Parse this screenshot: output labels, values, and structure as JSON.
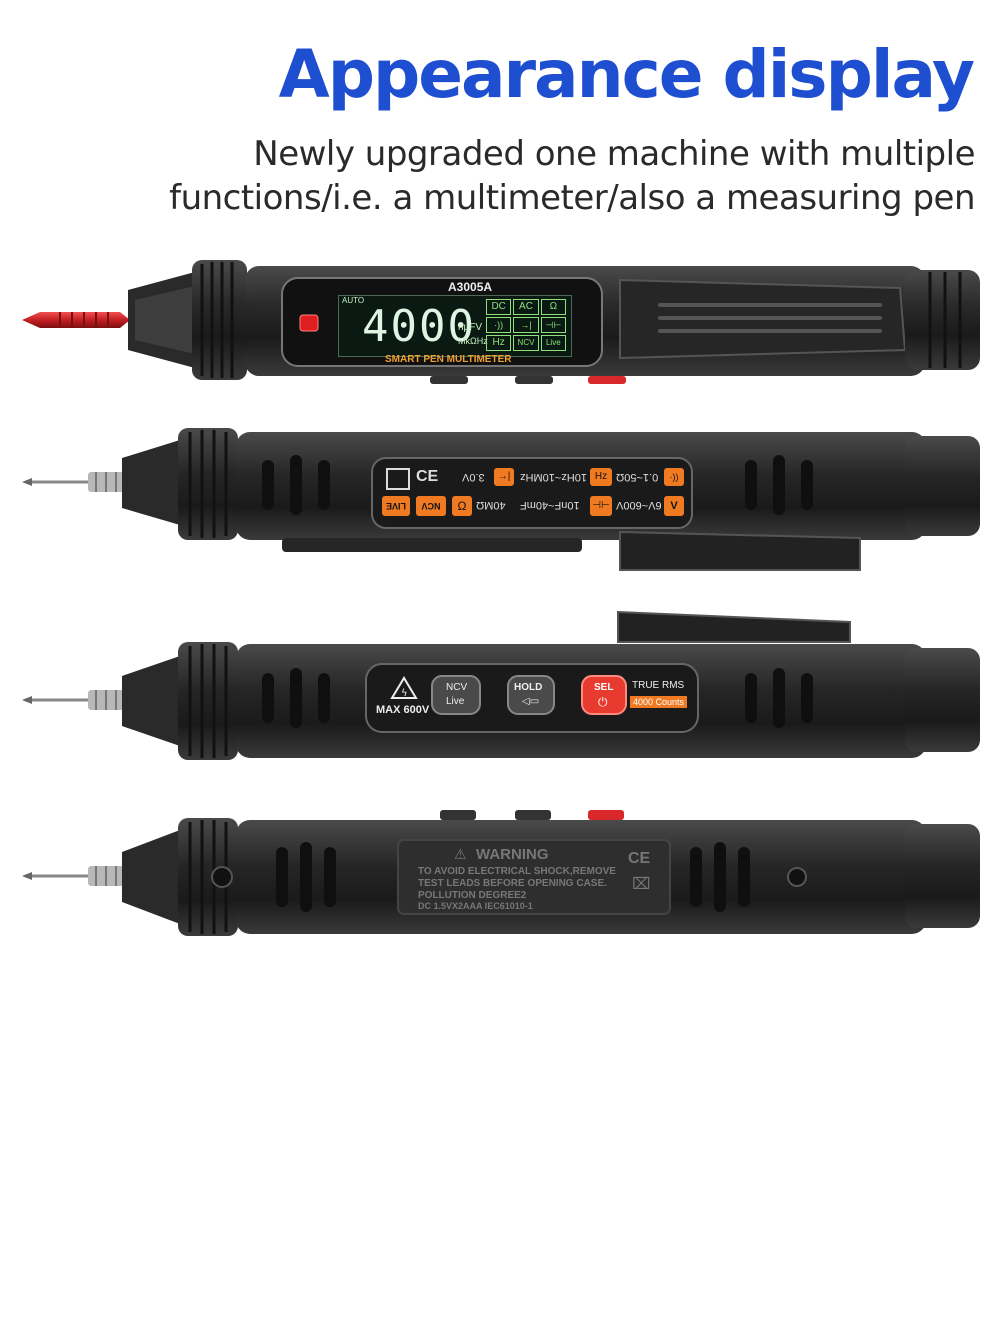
{
  "headline": "Appearance display",
  "subtitle_line1": "Newly upgraded one machine with multiple",
  "subtitle_line2": "functions/i.e. a multimeter/also a measuring pen",
  "colors": {
    "headline_blue": "#1f4fd1",
    "body_dark": "#2b2b2b",
    "probe_red": "#d8282c",
    "accent_orange": "#f07a22",
    "lcd_green": "#8fe07a"
  },
  "pen1": {
    "model": "A3005A",
    "lcd": {
      "auto": "AUTO",
      "reading": "4000",
      "units_top": "nμFV",
      "units_bottom": "MkΩHz",
      "modes": [
        "DC",
        "AC",
        "Ω",
        "·))",
        "→|",
        "⊣⊢",
        "Hz",
        "NCV",
        "Live"
      ]
    },
    "brand_line": "SMART PEN MULTIMETER"
  },
  "pen2": {
    "specs_top": [
      "3.0V",
      "10Hz~10MHz",
      "0.1~50Ω"
    ],
    "specs_bottom": [
      "40MΩ",
      "10nF~40mF",
      "6V~600V"
    ],
    "badges_top": [
      "→|",
      "Hz",
      "·))"
    ],
    "badges_bottom": [
      "NCV",
      "LIVE",
      "Ω",
      "⊣⊢",
      "V"
    ],
    "cert": "CE"
  },
  "pen3": {
    "max_label": "MAX 600V",
    "btn_ncv_top": "NCV",
    "btn_ncv_bottom": "Live",
    "btn_hold": "HOLD",
    "btn_sel": "SEL",
    "true_rms": "TRUE RMS",
    "counts": "4000 Counts"
  },
  "pen4": {
    "warning_title": "WARNING",
    "warning_line1": "TO AVOID ELECTRICAL SHOCK,REMOVE",
    "warning_line2": "TEST LEADS BEFORE OPENING CASE.",
    "warning_line3": "POLLUTION DEGREE2",
    "warning_line4": "DC 1.5VX2AAA IEC61010-1",
    "cert": "CE"
  }
}
